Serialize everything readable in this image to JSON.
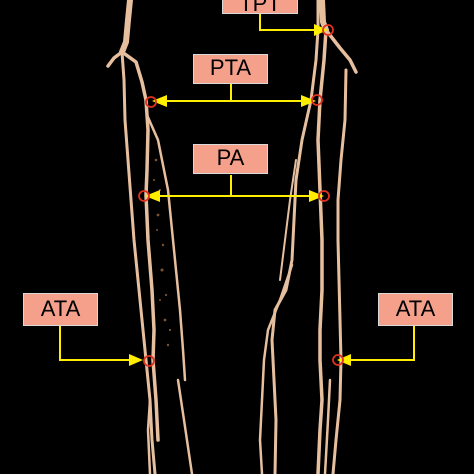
{
  "labels": {
    "top": "TPT",
    "pta": "PTA",
    "pa": "PA",
    "ata_left": "ATA",
    "ata_right": "ATA"
  },
  "colors": {
    "background": "#000000",
    "vessel": "#e8c2a6",
    "label_fill": "#f4a08a",
    "arrow": "#ffee00",
    "marker": "#e0301e"
  }
}
